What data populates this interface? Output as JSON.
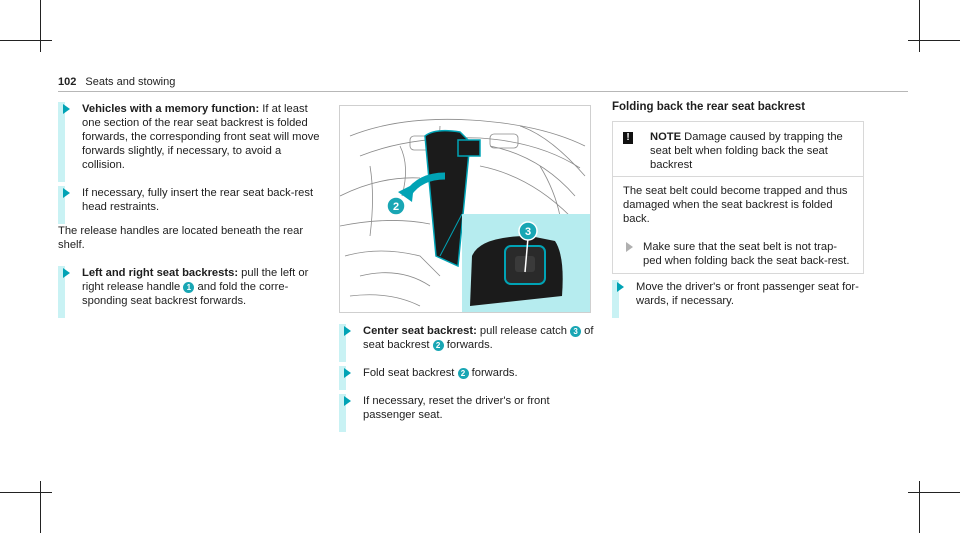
{
  "header": {
    "page_number": "102",
    "section": "Seats and stowing"
  },
  "left": {
    "step1": {
      "bold": "Vehicles with a memory function:",
      "text": " If at least one section of the rear seat backrest is folded forwards, the corresponding front seat will move forwards slightly, if necessary, to avoid a collision."
    },
    "step2": {
      "text": "If necessary, fully insert the rear seat back-rest head restraints."
    },
    "para": "The release handles are located beneath the rear shelf.",
    "step3": {
      "bold": "Left and right seat backrests:",
      "t1": " pull the left or right release handle ",
      "n1": "1",
      "t2": " and fold the corre-sponding seat backrest forwards."
    }
  },
  "figure": {
    "callout2": "2",
    "callout3": "3"
  },
  "middle": {
    "step1": {
      "bold": "Center seat backrest:",
      "t1": " pull release catch ",
      "n1": "3",
      "t2": " of seat backrest ",
      "n2": "2",
      "t3": " forwards."
    },
    "step2": {
      "t1": "Fold seat backrest ",
      "n1": "2",
      "t2": " forwards."
    },
    "step3": {
      "text": "If necessary, reset the driver's or front passenger seat."
    }
  },
  "right": {
    "title": "Folding back the rear seat backrest",
    "note": {
      "icon": "!",
      "label": "NOTE",
      "text": " Damage caused by trapping the seat belt when folding back the seat backrest"
    },
    "note_body": "The seat belt could become trapped and thus damaged when the seat backrest is folded back.",
    "note_step": "Make sure that the seat belt is not trap-ped when folding back the seat back-rest.",
    "step": "Move the driver's or front passenger seat for-wards, if necessary."
  },
  "colors": {
    "accent": "#00a3b5",
    "highlight": "#c9f2f4",
    "callout": "#19a6b4"
  }
}
